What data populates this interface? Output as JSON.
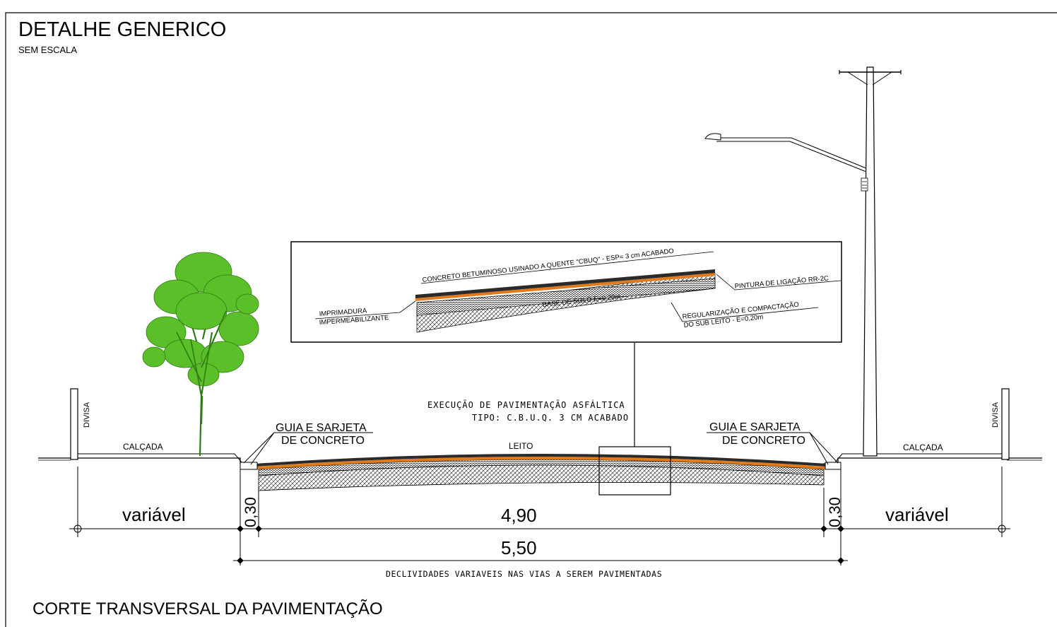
{
  "header": {
    "title": "DETALHE GENERICO",
    "scale": "SEM ESCALA"
  },
  "footer": {
    "title": "CORTE TRANSVERSAL DA PAVIMENTAÇÃO"
  },
  "section": {
    "divisa_left": "DIVISA",
    "divisa_right": "DIVISA",
    "calcada_left": "CALÇADA",
    "calcada_right": "CALÇADA",
    "leito": "LEITO",
    "guia_left": [
      "GUIA E SARJETA",
      "DE CONCRETO"
    ],
    "guia_right": [
      "GUIA E SARJETA",
      "DE CONCRETO"
    ],
    "execucao": [
      "EXECUÇÃO DE PAVIMENTAÇÃO ASFÁLTICA",
      "TIPO: C.B.U.Q. 3 CM ACABADO"
    ]
  },
  "detail": {
    "cbuq": "CONCRETO BETUMINOSO USINADO A QUENTE \"CBUQ\" - ESP= 3 cm ACABADO",
    "pintura": "PINTURA DE LIGAÇÃO RR-2C",
    "imprimadura": [
      "IMPRIMADURA",
      "IMPERMEABILIZANTE"
    ],
    "base": "BASE DE SOLO E=0,20m",
    "regularizacao": [
      "REGULARIZAÇÃO E COMPACTAÇÃO",
      "DO SUB LEITO - E=0,20m"
    ]
  },
  "dimensions": {
    "variavel_left": "variável",
    "variavel_right": "variável",
    "guia_left": "0,30",
    "guia_right": "0,30",
    "leito_width": "4,90",
    "total_width": "5,50",
    "note": "DECLIVIDADES VARIAVEIS NAS VIAS A SEREM PAVIMENTADAS"
  },
  "colors": {
    "asphalt": "#2a2a2a",
    "tack_coat": "#e07a1a",
    "tree": "#5bbf2a",
    "line": "#000000"
  }
}
